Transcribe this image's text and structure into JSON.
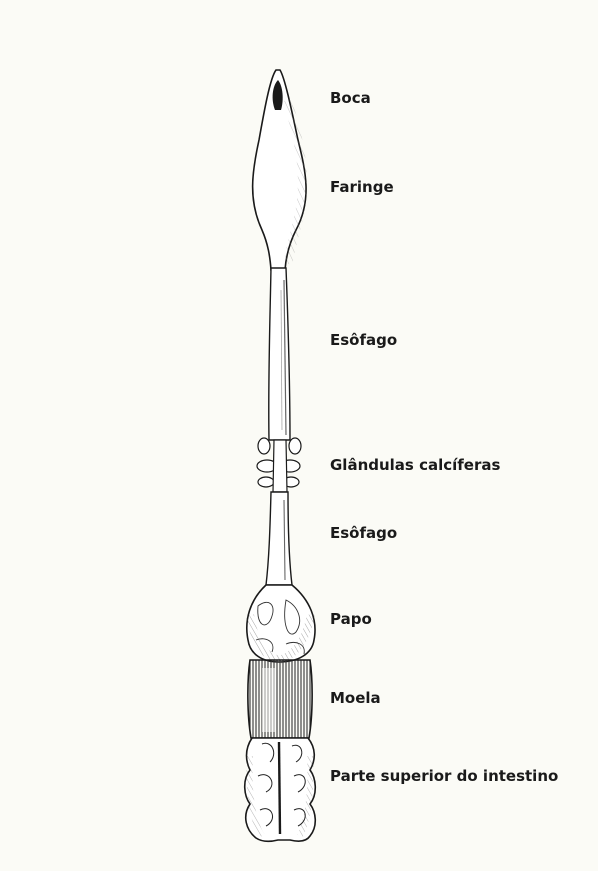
{
  "labels": {
    "boca": "Boca",
    "faringe": "Faringe",
    "esofago_upper": "Esôfago",
    "glandulas": "Glândulas calcíferas",
    "esofago_lower": "Esôfago",
    "papo": "Papo",
    "moela": "Moela",
    "intestino": "Parte superior do intestino"
  },
  "colors": {
    "background": "#fbfbf6",
    "ink": "#1a1a1a",
    "organ_fill": "#ffffff",
    "shade": "#6a6a6a"
  }
}
